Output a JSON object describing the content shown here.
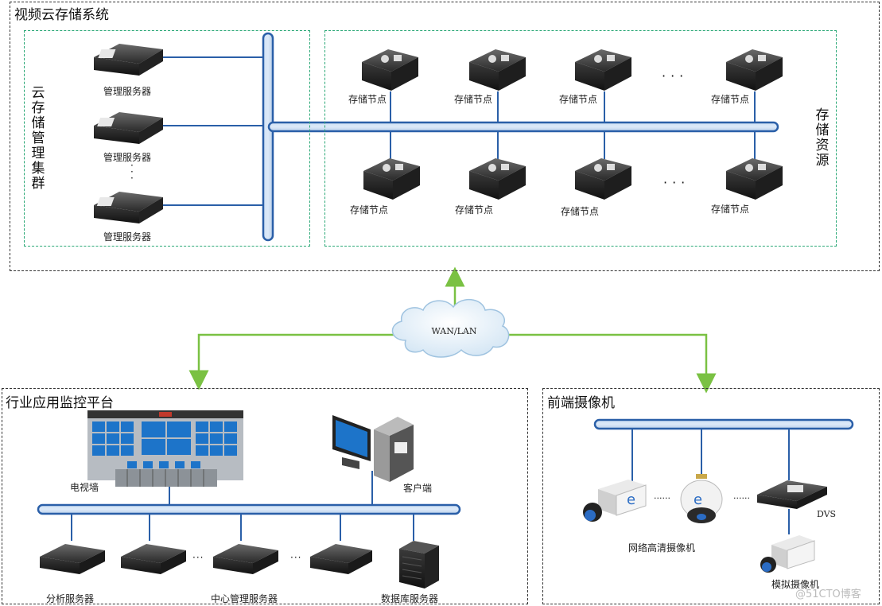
{
  "cloud_system": {
    "title": "视频云存储系统",
    "cluster_label": "云存储管理集群",
    "resource_label": "存储资源",
    "mgmt_servers": [
      "管理服务器",
      "管理服务器",
      "管理服务器"
    ],
    "storage_nodes_top": [
      "存储节点",
      "存储节点",
      "存储节点",
      "存储节点"
    ],
    "storage_nodes_bottom": [
      "存储节点",
      "存储节点",
      "存储节点",
      "存储节点"
    ]
  },
  "network": {
    "label": "WAN/LAN"
  },
  "platform": {
    "title": "行业应用监控平台",
    "tv_wall": "电视墙",
    "client": "客户端",
    "server_labels": {
      "analysis": "分析服务器",
      "center": "中心管理服务器",
      "database": "数据库服务器"
    }
  },
  "cameras": {
    "title": "前端摄像机",
    "network_hd": "网络高清摄像机",
    "dvs": "DVS",
    "analog": "模拟摄像机"
  },
  "watermark": "@51CTO博客",
  "colors": {
    "bus": "#2a5fa8",
    "bus_highlight": "#cfe0f5",
    "arrow": "#7ac143",
    "frame_green": "#2aa876"
  }
}
